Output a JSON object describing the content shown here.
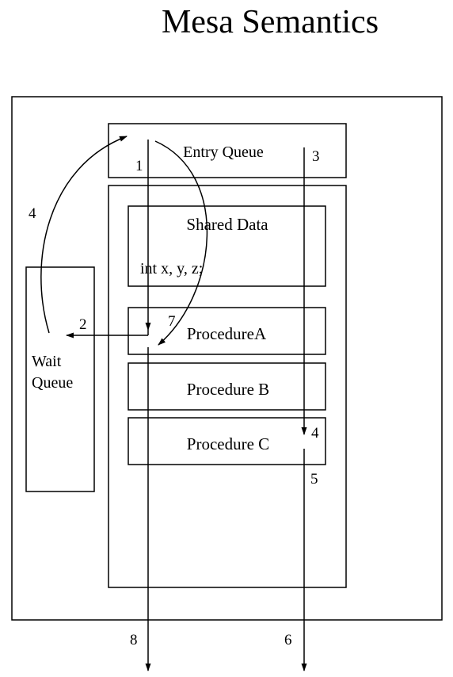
{
  "title": "Mesa Semantics",
  "boxes": {
    "entry_queue": "Entry Queue",
    "shared_data_title": "Shared Data",
    "shared_data_code": "int x, y, z;",
    "procedure_a": "ProcedureA",
    "procedure_b": "Procedure B",
    "procedure_c": "Procedure C",
    "wait_queue_line1": "Wait",
    "wait_queue_line2": "Queue"
  },
  "step_labels": {
    "s1": "1",
    "s2": "2",
    "s3": "3",
    "s4_curve": "4",
    "s4_procc": "4",
    "s5": "5",
    "s6": "6",
    "s7": "7",
    "s8": "8"
  }
}
